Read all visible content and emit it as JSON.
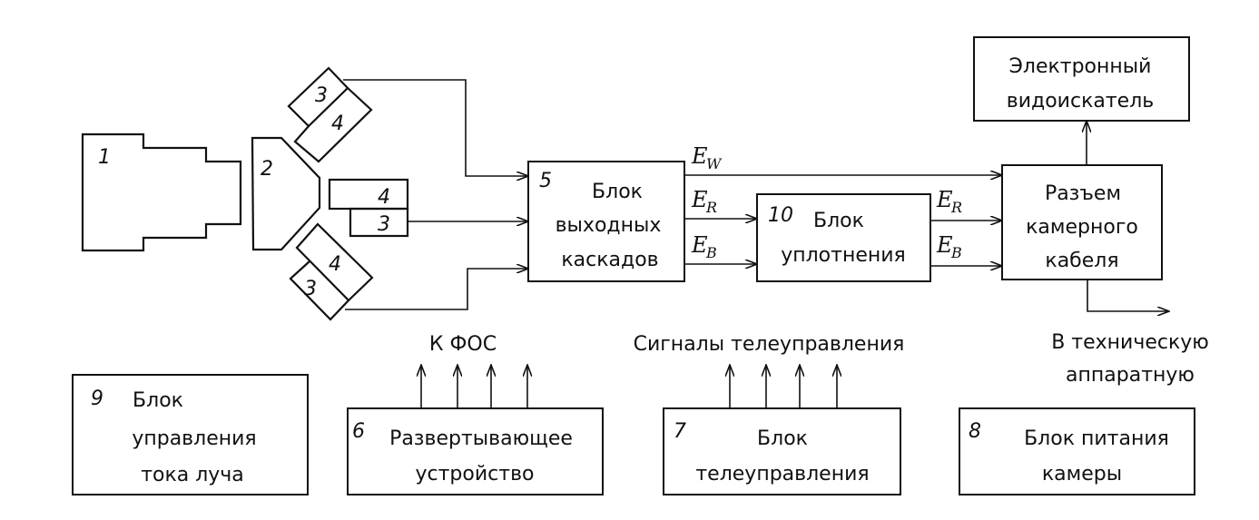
{
  "diagram": {
    "components": {
      "camera_tube_block": {
        "number": "1"
      },
      "prism": {
        "number": "2"
      },
      "tube_upper": {
        "a": "3",
        "b": "4"
      },
      "tube_middle": {
        "a": "4",
        "b": "3"
      },
      "tube_lower": {
        "a": "4",
        "b": "3"
      }
    },
    "blocks": {
      "output_stages": {
        "number": "5",
        "lines": [
          "Блок",
          "выходных",
          "каскадов"
        ]
      },
      "multiplexer": {
        "number": "10",
        "lines": [
          "Блок",
          "уплотнения"
        ]
      },
      "cable_connector": {
        "lines": [
          "Разъем",
          "камерного",
          "кабеля"
        ]
      },
      "viewfinder": {
        "lines": [
          "Электронный",
          "видоискатель"
        ]
      },
      "beam_control": {
        "number": "9",
        "lines": [
          "Блок",
          "управления",
          "тока луча"
        ]
      },
      "scanning_device": {
        "number": "6",
        "lines": [
          "Развертывающее",
          "устройство"
        ]
      },
      "remote_control": {
        "number": "7",
        "lines": [
          "Блок",
          "телеуправления"
        ]
      },
      "power_supply": {
        "number": "8",
        "lines": [
          "Блок питания",
          "камеры"
        ]
      }
    },
    "signals": {
      "ew": {
        "main": "E",
        "sub": "W"
      },
      "er1": {
        "main": "E",
        "sub": "R"
      },
      "eb1": {
        "main": "E",
        "sub": "B"
      },
      "er2": {
        "main": "E",
        "sub": "R"
      },
      "eb2": {
        "main": "E",
        "sub": "B"
      }
    },
    "labels": {
      "to_fos": "К ФОС",
      "remote_signals": "Сигналы телеуправления",
      "to_control_room": [
        "В техническую",
        "аппаратную"
      ]
    }
  }
}
